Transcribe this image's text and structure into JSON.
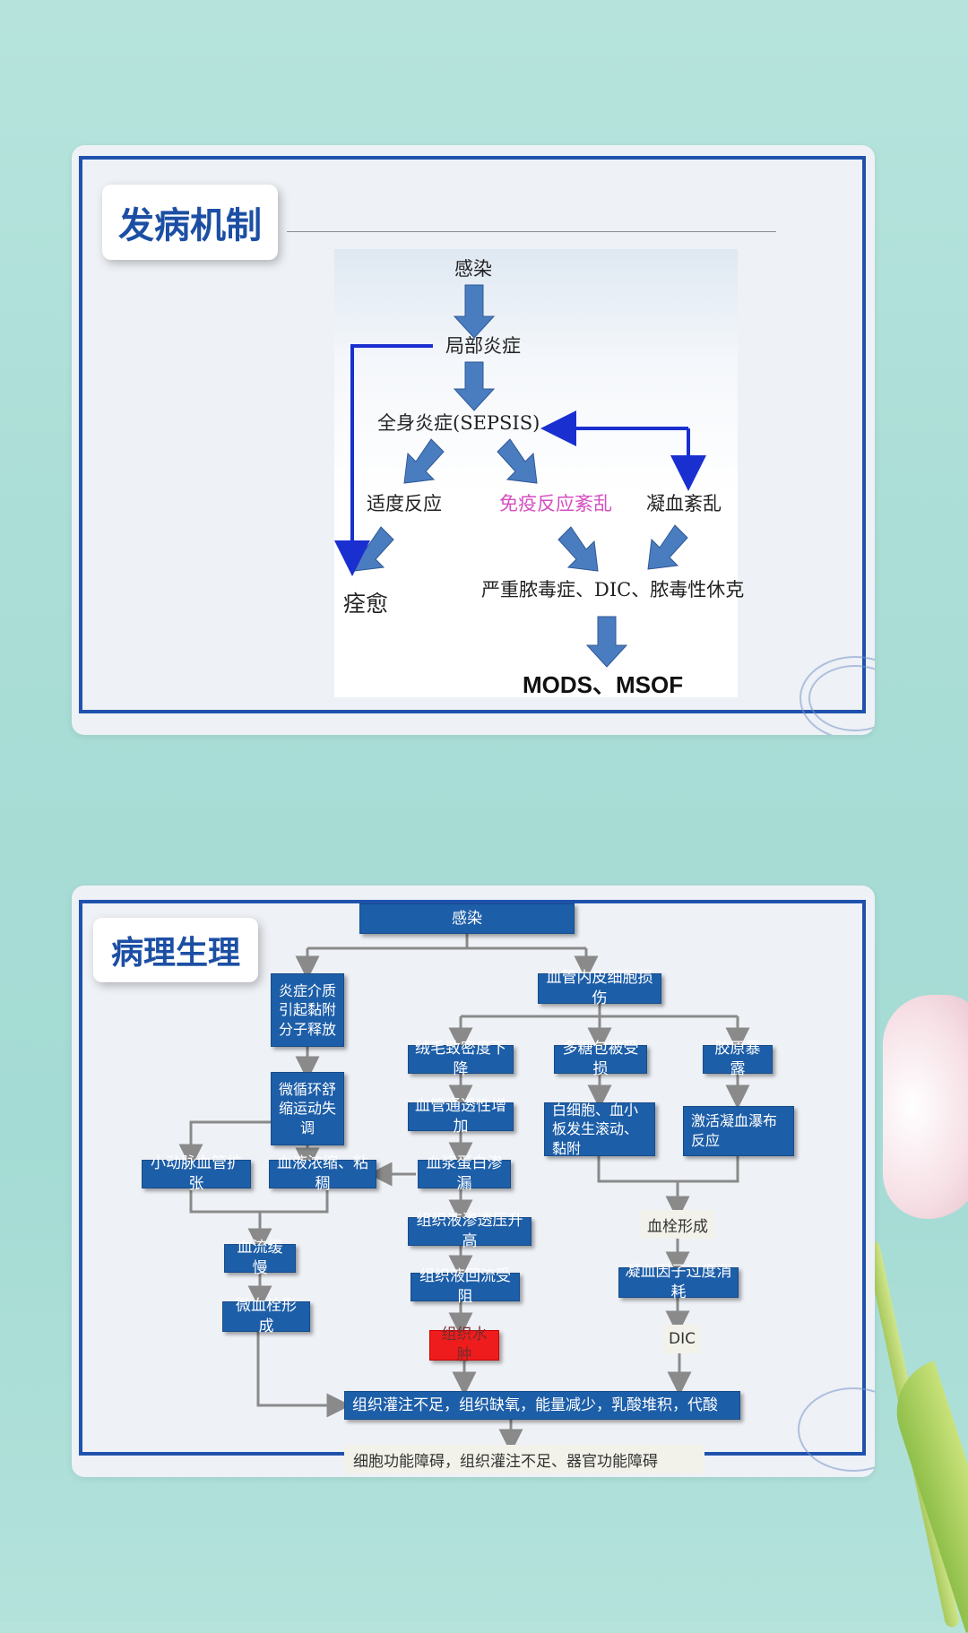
{
  "slide1": {
    "title": "发病机制",
    "nodes": {
      "infection": "感染",
      "local": "局部炎症",
      "sepsis": "全身炎症(SEPSIS)",
      "moderate": "适度反应",
      "immune": "免疫反应紊乱",
      "coag": "凝血紊乱",
      "heal": "痊愈",
      "severe": "严重脓毒症、DIC、脓毒性休克",
      "mods": "MODS、MSOF"
    },
    "colors": {
      "arrow_fill": "#4a7cc0",
      "line": "#1a2fd0",
      "immune_text": "#d44fc0",
      "frame": "#1f52ad"
    }
  },
  "slide2": {
    "title": "病理生理",
    "nodes": {
      "infection": "感染",
      "inflam": "炎症介质引起黏附分子释放",
      "endo": "血管内皮细胞损伤",
      "micro": "微循环舒缩运动失调",
      "capillary": "绒毛致密度下降",
      "glyco": "多糖包被受损",
      "collagen": "胶原暴露",
      "permeab": "血管通透性增加",
      "wbc": "白细胞、血小板发生滚动、黏附",
      "activate": "激活凝血瀑布反应",
      "arteriole": "小动脉血管扩张",
      "hemo": "血液浓缩、粘稠",
      "protein": "血浆蛋白渗漏",
      "osmotic": "组织液渗透压升高",
      "thrombus": "血栓形成",
      "slow": "血流缓慢",
      "reflux": "组织液回流受阻",
      "consume": "凝血因子过度消耗",
      "microthrombus": "微血栓形成",
      "edema": "组织水肿",
      "dic": "DIC",
      "perfusion": "组织灌注不足，组织缺氧，能量减少，乳酸堆积，代酸",
      "dysfunction": "细胞功能障碍，组织灌注不足、器官功能障碍"
    },
    "colors": {
      "node": "#1d5ea8",
      "edema": "#ee1c1c",
      "connector": "#8a8a8a"
    }
  }
}
